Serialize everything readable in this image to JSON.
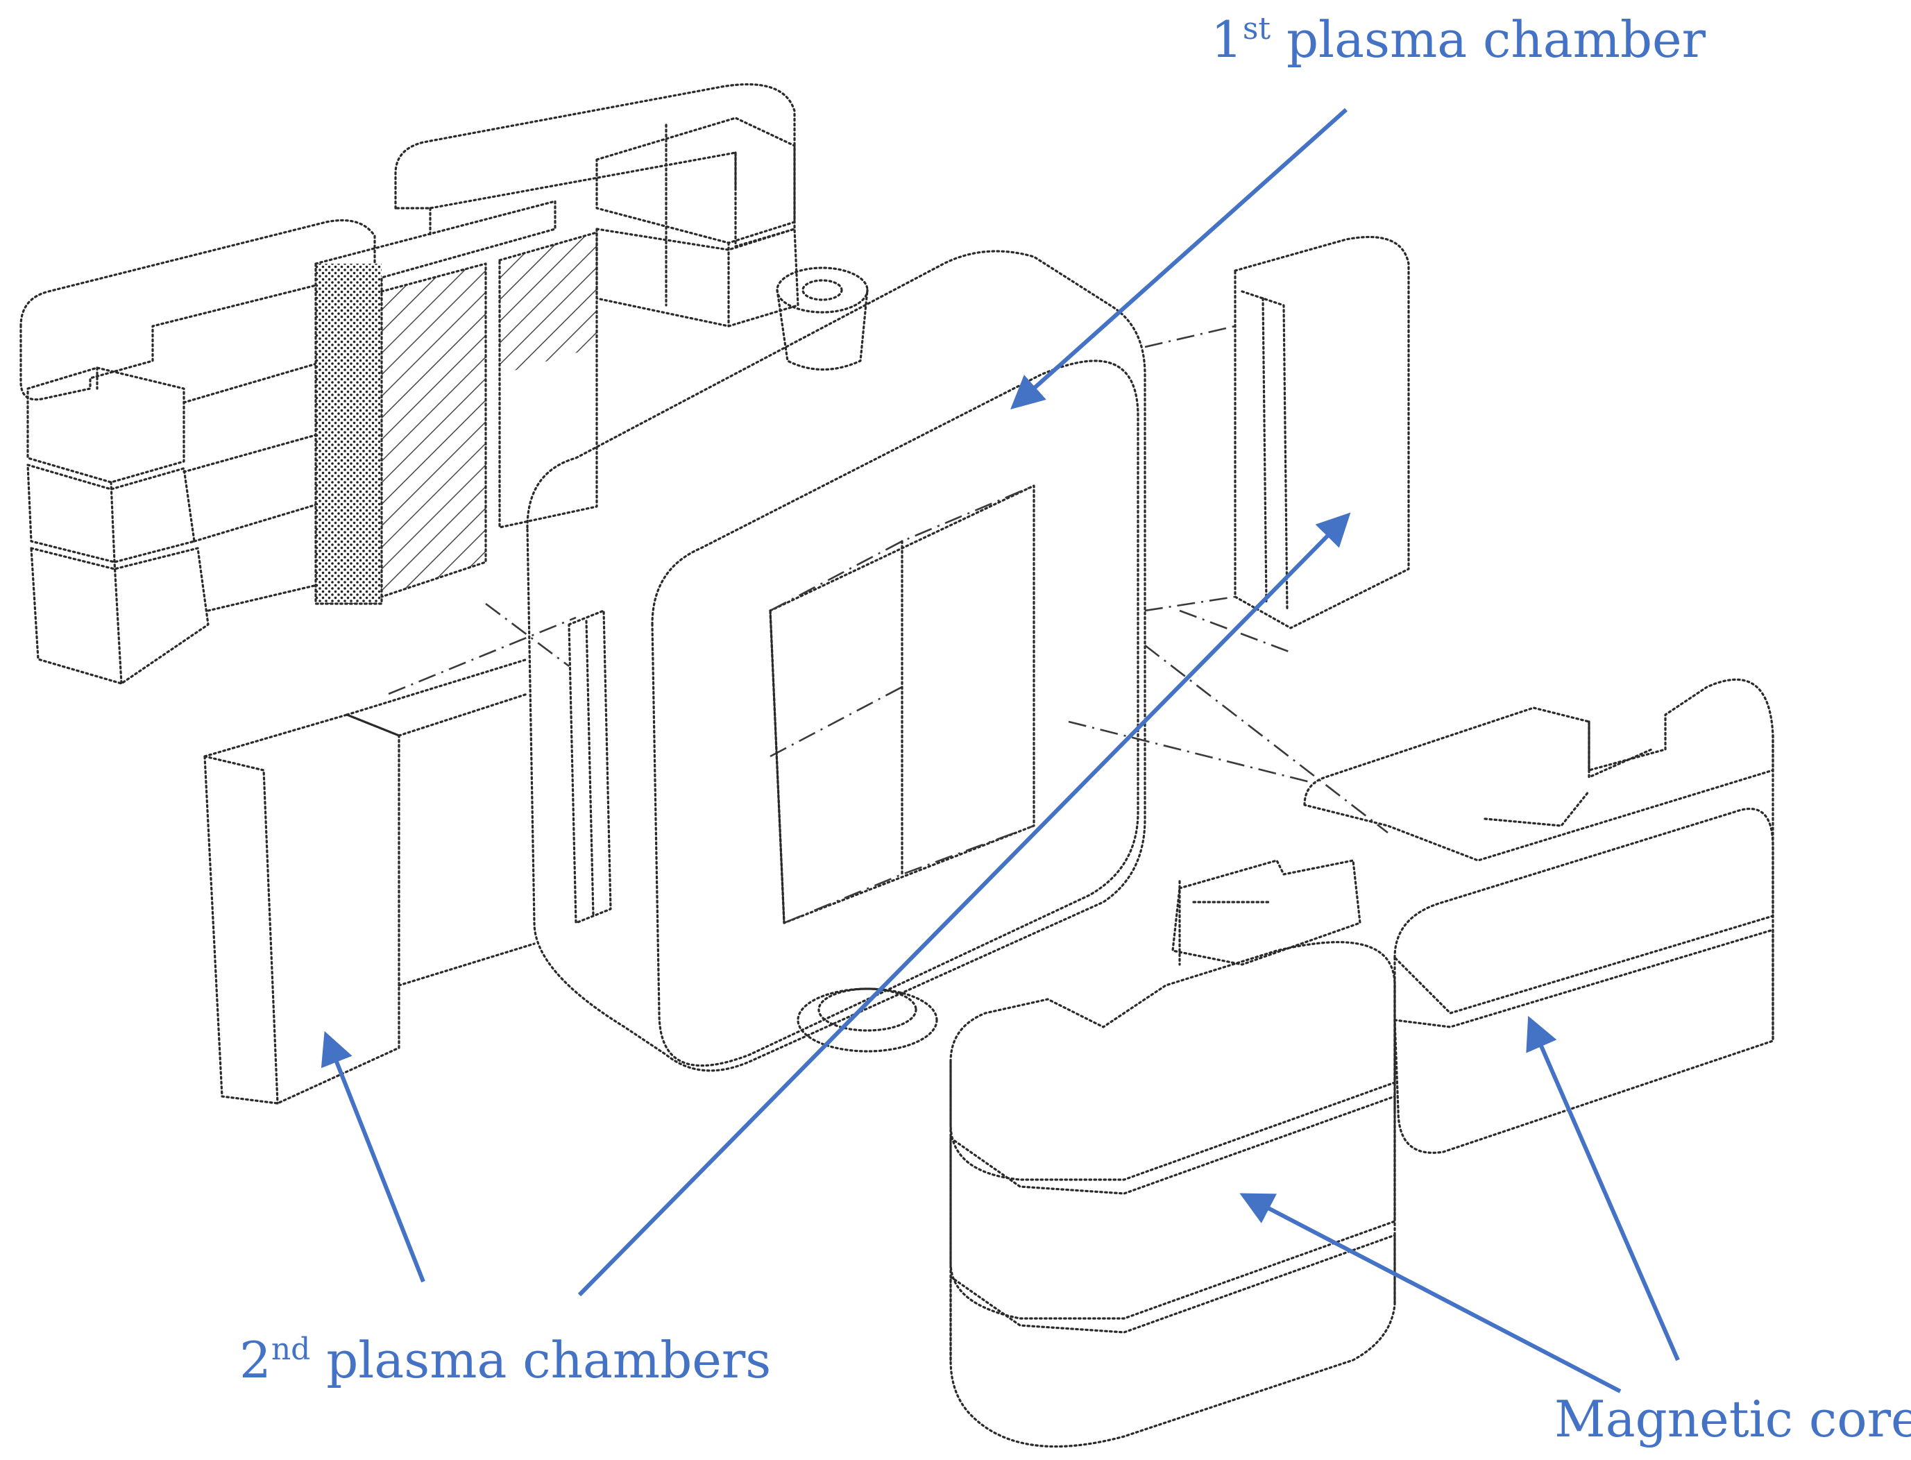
{
  "labels": {
    "first_chamber": {
      "sup_prefix": "1",
      "sup": "st",
      "text": " plasma chamber"
    },
    "second_chambers": {
      "sup_prefix": "2",
      "sup": "nd",
      "text": " plasma chambers"
    },
    "magnetic_core": {
      "text": "Magnetic core"
    }
  },
  "colors": {
    "annotation": "#4472c4",
    "line_art": "#2a2a2a",
    "background": "#ffffff"
  }
}
